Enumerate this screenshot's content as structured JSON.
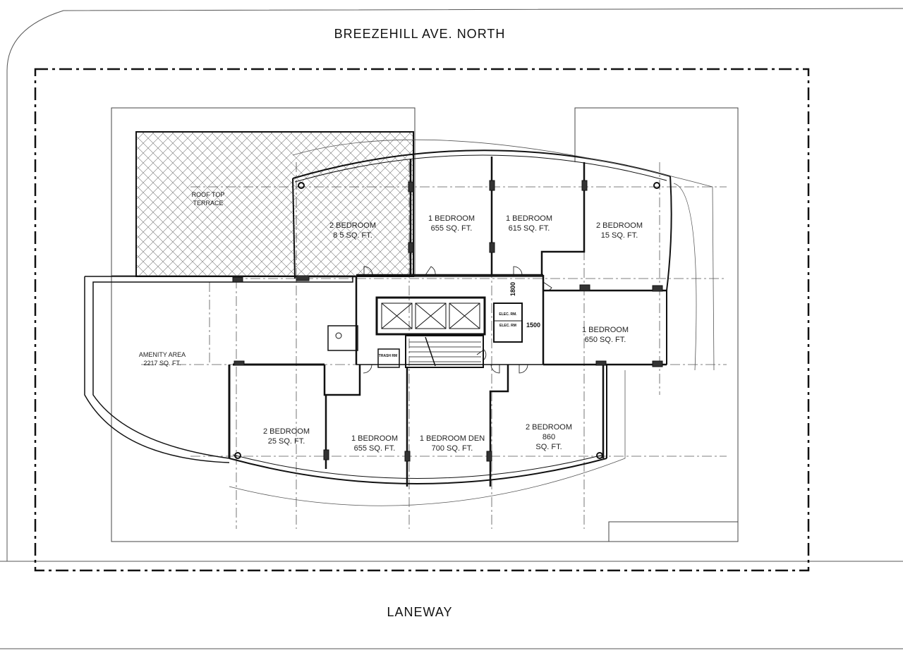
{
  "streets": {
    "north": "BREEZEHILL  AVE. NORTH",
    "south": "LANEWAY"
  },
  "rooms": {
    "roof_terrace": {
      "line1": "ROOF TOP",
      "line2": "TERRACE"
    },
    "amenity": {
      "line1": "AMENITY AREA",
      "line2": "2217 SQ. FT."
    },
    "unit_n1": {
      "line1": "2 BEDROOM",
      "line2": "8  5 SQ. FT."
    },
    "unit_n2": {
      "line1": "1 BEDROOM",
      "line2": "655 SQ. FT."
    },
    "unit_n3": {
      "line1": "1 BEDROOM",
      "line2": "615 SQ. FT."
    },
    "unit_n4": {
      "line1": "2 BEDROOM",
      "line2": "15 SQ. FT."
    },
    "unit_e1": {
      "line1": "1 BEDROOM",
      "line2": "650 SQ. FT."
    },
    "unit_s1": {
      "line1": "2 BEDROOM",
      "line2": "25 SQ. FT."
    },
    "unit_s2": {
      "line1": "1 BEDROOM",
      "line2": "655 SQ. FT."
    },
    "unit_s3": {
      "line1": "1 BEDROOM  DEN",
      "line2": "700 SQ. FT."
    },
    "unit_s4": {
      "line1": "2 BEDROOM",
      "line2": "860",
      "line3": "SQ. FT."
    }
  },
  "core": {
    "elec_rm": "ELEC. RM.",
    "elec_rm2": "ELEC. RM",
    "trash_rm": "TRASH RM",
    "dim_1500": "1500",
    "dim_1800": "1800"
  }
}
